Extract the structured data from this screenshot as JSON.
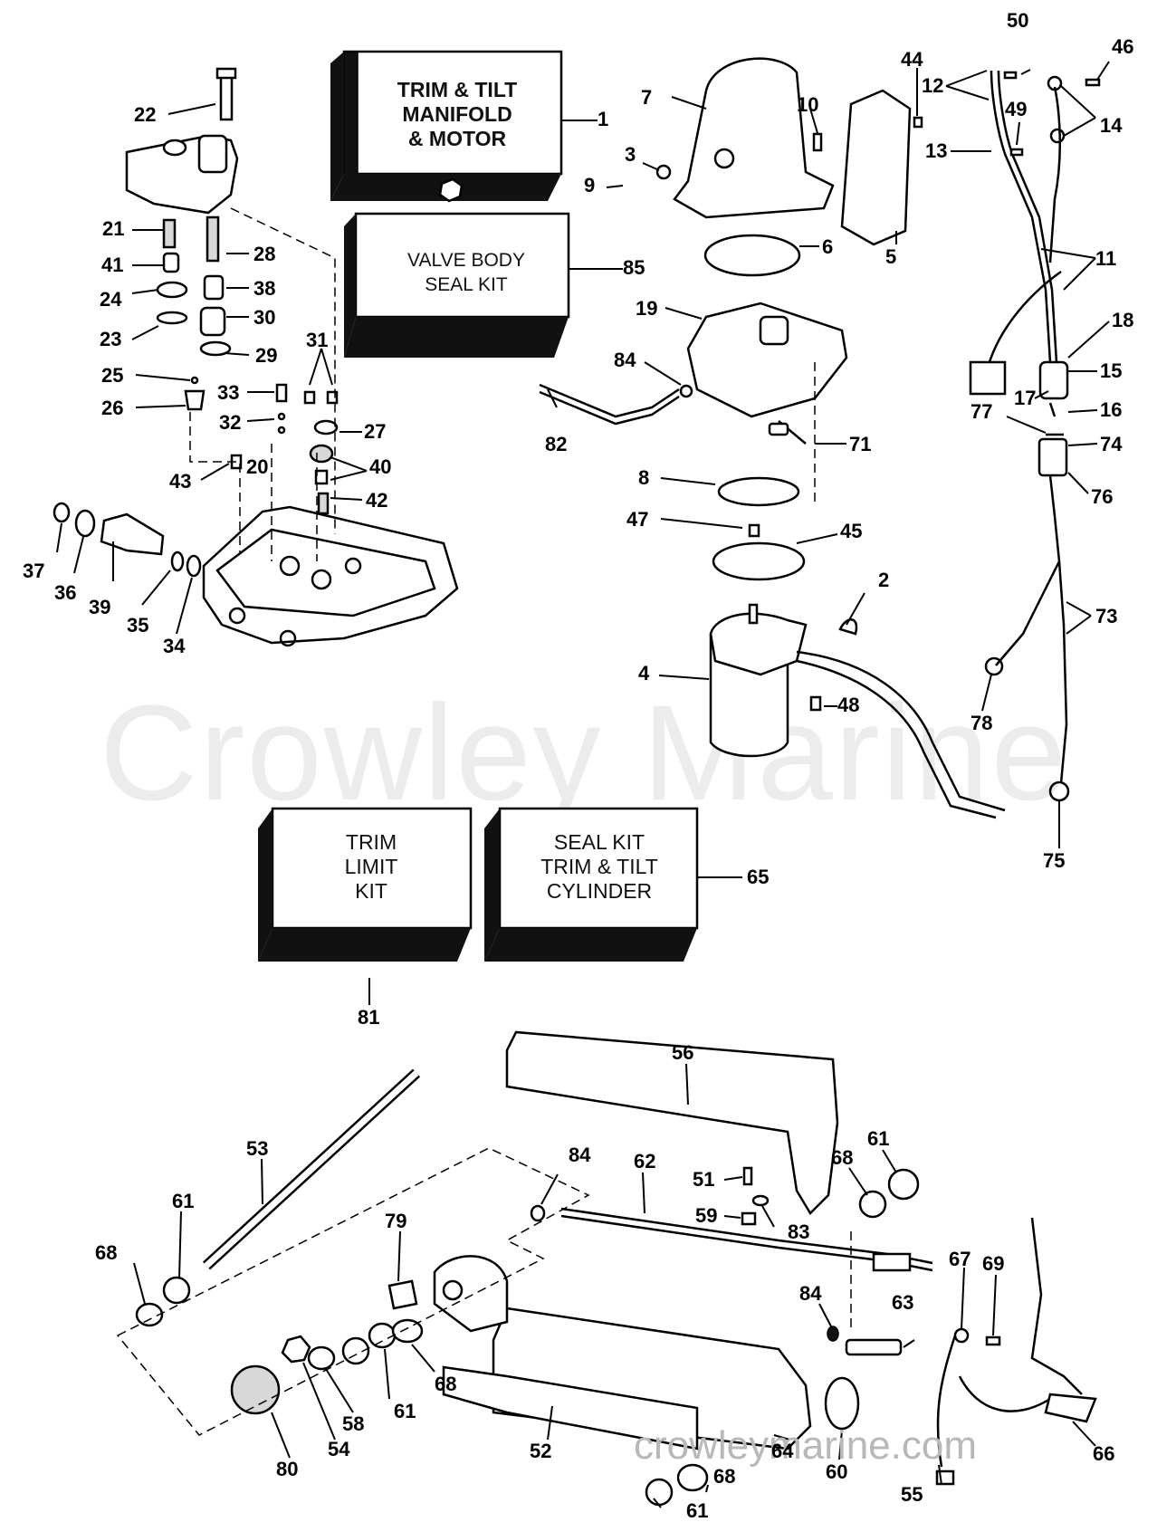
{
  "watermark": {
    "main_text": "Crowley Marine",
    "url_text": "crowleymarine.com"
  },
  "kits": [
    {
      "id": "k1",
      "lines": [
        "TRIM & TILT",
        "MANIFOLD",
        "& MOTOR"
      ]
    },
    {
      "id": "k85",
      "lines": [
        "VALVE BODY",
        "SEAL KIT"
      ]
    },
    {
      "id": "k81",
      "lines": [
        "TRIM",
        "LIMIT",
        "KIT"
      ]
    },
    {
      "id": "k65",
      "lines": [
        "SEAL KIT",
        "TRIM & TILT",
        "CYLINDER"
      ]
    }
  ],
  "callouts": [
    "1",
    "2",
    "3",
    "4",
    "5",
    "6",
    "7",
    "8",
    "9",
    "10",
    "11",
    "12",
    "13",
    "14",
    "15",
    "16",
    "17",
    "18",
    "19",
    "20",
    "21",
    "22",
    "23",
    "24",
    "25",
    "26",
    "27",
    "28",
    "29",
    "30",
    "31",
    "32",
    "33",
    "34",
    "35",
    "36",
    "37",
    "38",
    "39",
    "40",
    "41",
    "42",
    "43",
    "44",
    "45",
    "46",
    "47",
    "48",
    "49",
    "50",
    "51",
    "52",
    "53",
    "54",
    "55",
    "56",
    "58",
    "59",
    "60",
    "61",
    "61",
    "61",
    "61",
    "62",
    "63",
    "64",
    "65",
    "66",
    "67",
    "68",
    "68",
    "68",
    "68",
    "69",
    "71",
    "73",
    "74",
    "75",
    "76",
    "77",
    "78",
    "79",
    "80",
    "81",
    "82",
    "83",
    "84",
    "84",
    "84",
    "85"
  ],
  "colors": {
    "ink": "#000000",
    "background": "#ffffff",
    "watermark": "#ececec"
  }
}
